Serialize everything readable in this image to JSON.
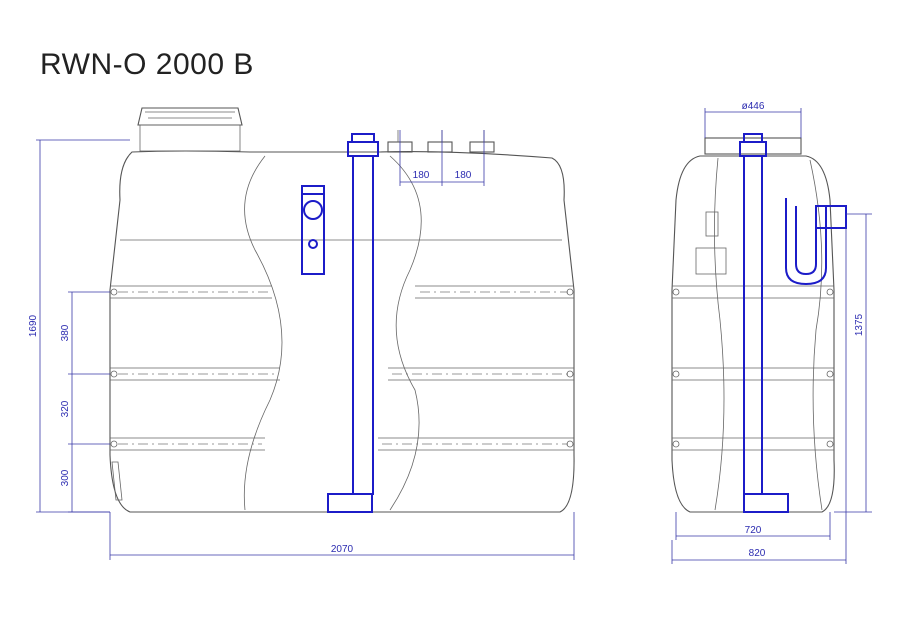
{
  "title": "RWN-O 2000 B",
  "dimensions": {
    "front": {
      "total_height": "1690",
      "total_width": "2070",
      "rib_1": "380",
      "rib_2": "320",
      "rib_3": "300",
      "spacing_a": "180",
      "spacing_b": "180"
    },
    "side": {
      "diameter": "ø446",
      "outlet_height": "1375",
      "inner_width": "720",
      "outer_width": "820"
    }
  },
  "colors": {
    "dimension": "#2b2bb0",
    "fitting": "#1c1cc8",
    "outline": "#555555"
  }
}
